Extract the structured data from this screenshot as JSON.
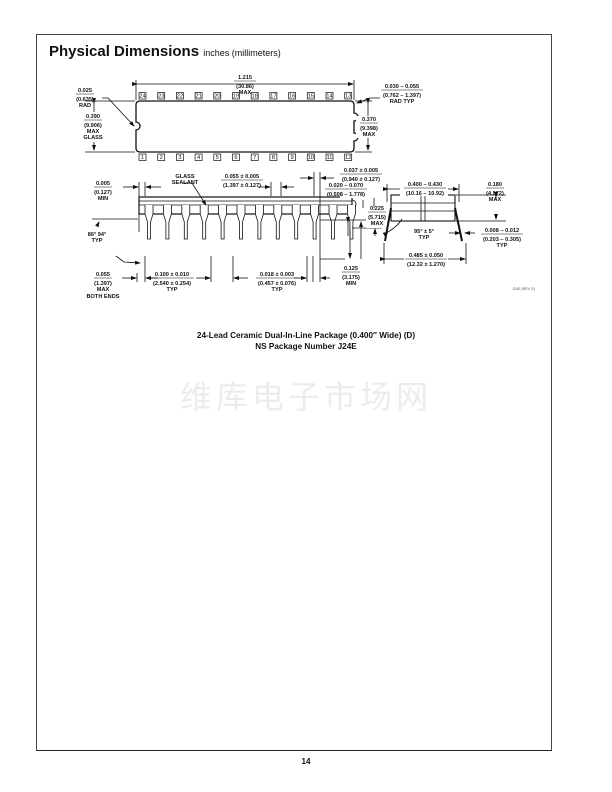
{
  "page": {
    "title": "Physical Dimensions",
    "title_units": "inches (millimeters)",
    "page_number": "14",
    "watermark": "维库电子市场网"
  },
  "top_view": {
    "overall_length": {
      "in": "1.215",
      "mm": "(30.86)",
      "note": "MAX"
    },
    "notch_radius": {
      "in": "0.025",
      "mm": "(0.635)",
      "note": "RAD"
    },
    "corner_radius": {
      "in": "0.030 – 0.055",
      "mm": "(0.762 – 1.397)",
      "note": "RAD TYP"
    },
    "glass_width": {
      "in": "0.390",
      "mm": "(9.906)",
      "note1": "MAX",
      "note2": "GLASS"
    },
    "body_width": {
      "in": "0.370",
      "mm": "(9.398)",
      "note": "MAX"
    },
    "top_pins": [
      "24",
      "23",
      "22",
      "21",
      "20",
      "19",
      "18",
      "17",
      "16",
      "15",
      "14",
      "13"
    ],
    "bottom_pins": [
      "1",
      "2",
      "3",
      "4",
      "5",
      "6",
      "7",
      "8",
      "9",
      "10",
      "11",
      "12"
    ]
  },
  "side_view": {
    "end_gap": {
      "in": "0.005",
      "mm": "(0.127)",
      "note": "MIN"
    },
    "glass_sealant": {
      "line1": "GLASS",
      "line2": "SEALANT"
    },
    "shoulder_width": {
      "in": "0.055 ± 0.005",
      "mm": "(1.397 ± 0.127)"
    },
    "end_lead": {
      "in": "0.037 ± 0.005",
      "mm": "(0.940 ± 0.127)"
    },
    "standoff": {
      "in": "0.020 – 0.070",
      "mm": "(0.508 – 1.778)"
    },
    "height": {
      "in": "0.225",
      "mm": "(5.715)",
      "note": "MAX"
    },
    "lead_angle": {
      "value": "86° 94°",
      "note": "TYP"
    },
    "end_overhang": {
      "in": "0.055",
      "mm": "(1.397)",
      "note1": "MAX",
      "note2": "BOTH ENDS"
    },
    "pitch": {
      "in": "0.100 ± 0.010",
      "mm": "(2.540 ± 0.254)",
      "note": "TYP"
    },
    "lead_width": {
      "in": "0.018 ± 0.003",
      "mm": "(0.457 ± 0.076)",
      "note": "TYP"
    },
    "lead_length": {
      "in": "0.125",
      "mm": "(3.175)",
      "note": "MIN"
    }
  },
  "end_view": {
    "body_width": {
      "in": "0.400 – 0.430",
      "mm": "(10.16 – 10.92)"
    },
    "body_height": {
      "in": "0.180",
      "mm": "(4.572)",
      "note": "MAX"
    },
    "lead_angle": {
      "value": "95° ± 5°",
      "note": "TYP"
    },
    "lead_thickness": {
      "in": "0.008 – 0.012",
      "mm": "(0.203 – 0.305)",
      "note": "TYP"
    },
    "lead_span": {
      "in": "0.485 ± 0.050",
      "mm": "(12.32 ± 1.270)"
    }
  },
  "drawing_ref": "J24E (REV G)",
  "caption": {
    "line1": "24-Lead Ceramic Dual-In-Line Package (0.400″  Wide) (D)",
    "line2": "NS Package Number J24E"
  }
}
